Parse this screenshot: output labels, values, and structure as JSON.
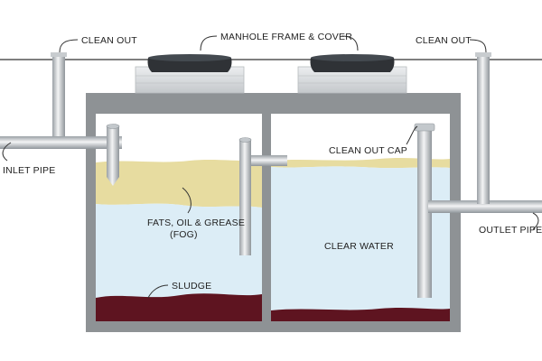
{
  "labels": {
    "clean_out_left": "CLEAN OUT",
    "manhole": "MANHOLE FRAME & COVER",
    "clean_out_right": "CLEAN OUT",
    "inlet_pipe": "INLET PIPE",
    "clean_out_cap": "CLEAN OUT CAP",
    "outlet_pipe": "OUTLET PIPE",
    "fog_line1": "FATS, OIL & GREASE",
    "fog_line2": "(FOG)",
    "clear_water": "CLEAR WATER",
    "sludge": "SLUDGE"
  },
  "colors": {
    "tank_wall": "#8e9295",
    "ground_line": "#555555",
    "fog_layer": "#e7dca0",
    "water": "#dcedf6",
    "sludge": "#5e1420",
    "pipe_light": "#eef0f2",
    "pipe_dark": "#9aa0a5",
    "manhole_cover": "#2f3236",
    "manhole_frame": "#d8dadc"
  }
}
